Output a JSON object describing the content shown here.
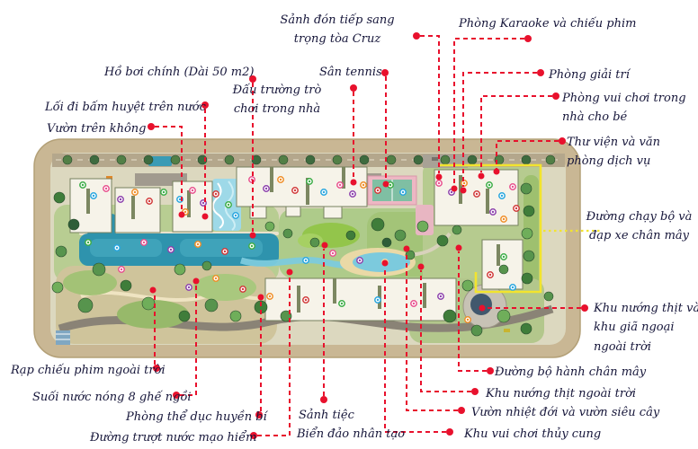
{
  "figure": {
    "kind": "resort master plan with amenity callouts",
    "language": "Vietnamese"
  },
  "colors": {
    "callout_line": "#e8112d",
    "track_highlight": "#f2e42e",
    "label_text": "#16163a",
    "water": "#2e93ad",
    "building": "#f6f3e9"
  },
  "labels": {
    "sanh_don_tiep": {
      "text": "Sảnh đón tiếp sang trọng tòa Cruz"
    },
    "phong_karaoke": {
      "text": "Phòng Karaoke và chiếu phim"
    },
    "ho_boi_chinh": {
      "text": "Hồ bơi chính (Dài 50 m2)"
    },
    "san_tennis": {
      "text": "Sân tennis"
    },
    "dau_truong": {
      "text": "Đấu trường trò chơi trong nhà"
    },
    "phong_giai_tri": {
      "text": "Phòng giải trí"
    },
    "phong_vui_choi": {
      "text": "Phòng vui chơi trong nhà cho bé"
    },
    "loi_di_bam_huyet": {
      "text": "Lối đi bấm huyệt trên nước"
    },
    "vuon_tren_khong": {
      "text": "Vườn trên không"
    },
    "thu_vien": {
      "text": "Thư viện và văn phòng dịch vụ"
    },
    "duong_chay_bo": {
      "text": "Đường chạy bộ và đạp xe chân mây"
    },
    "khu_nuong_gia_ngoai": {
      "text": "Khu nướng thịt và khu giã ngoại ngoài trời"
    },
    "duong_bo_hanh": {
      "text": "Đường bộ hành chân mây"
    },
    "khu_nuong_ngoai_troi": {
      "text": "Khu nướng thịt ngoài trời"
    },
    "vuon_nhiet_doi": {
      "text": "Vườn nhiệt đới và vườn siêu cây"
    },
    "khu_vui_choi_thuy_cung": {
      "text": "Khu vui chơi thủy cung"
    },
    "bien_dao": {
      "text": "Biển đảo nhân tạo"
    },
    "sanh_tiec": {
      "text": "Sảnh tiệc"
    },
    "rap_chieu_phim": {
      "text": "Rạp chiếu phim ngoài trời"
    },
    "suoi_nuoc_nong": {
      "text": "Suối nước nóng 8 ghế ngồi"
    },
    "phong_the_duc": {
      "text": "Phòng thể dục huyền bí"
    },
    "duong_truot_nuoc": {
      "text": "Đường trượt nước mạo hiểm"
    }
  }
}
